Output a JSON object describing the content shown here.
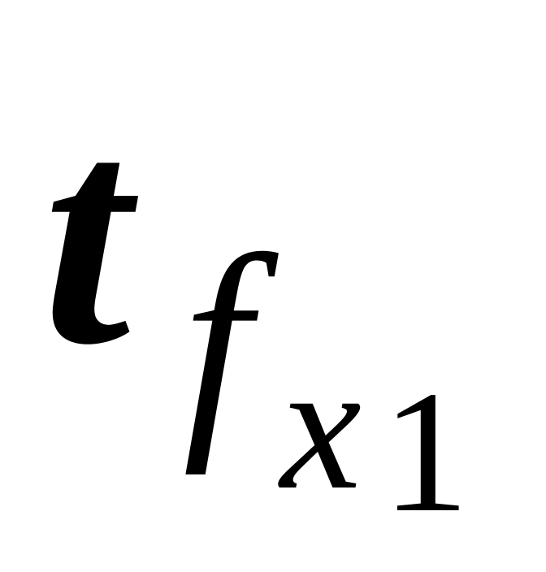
{
  "formula": {
    "base": "t",
    "subscript": "f",
    "sub_subscript_var": "x",
    "sub_subscript_index": "1"
  },
  "colors": {
    "text": "#000000",
    "background": "#ffffff"
  }
}
